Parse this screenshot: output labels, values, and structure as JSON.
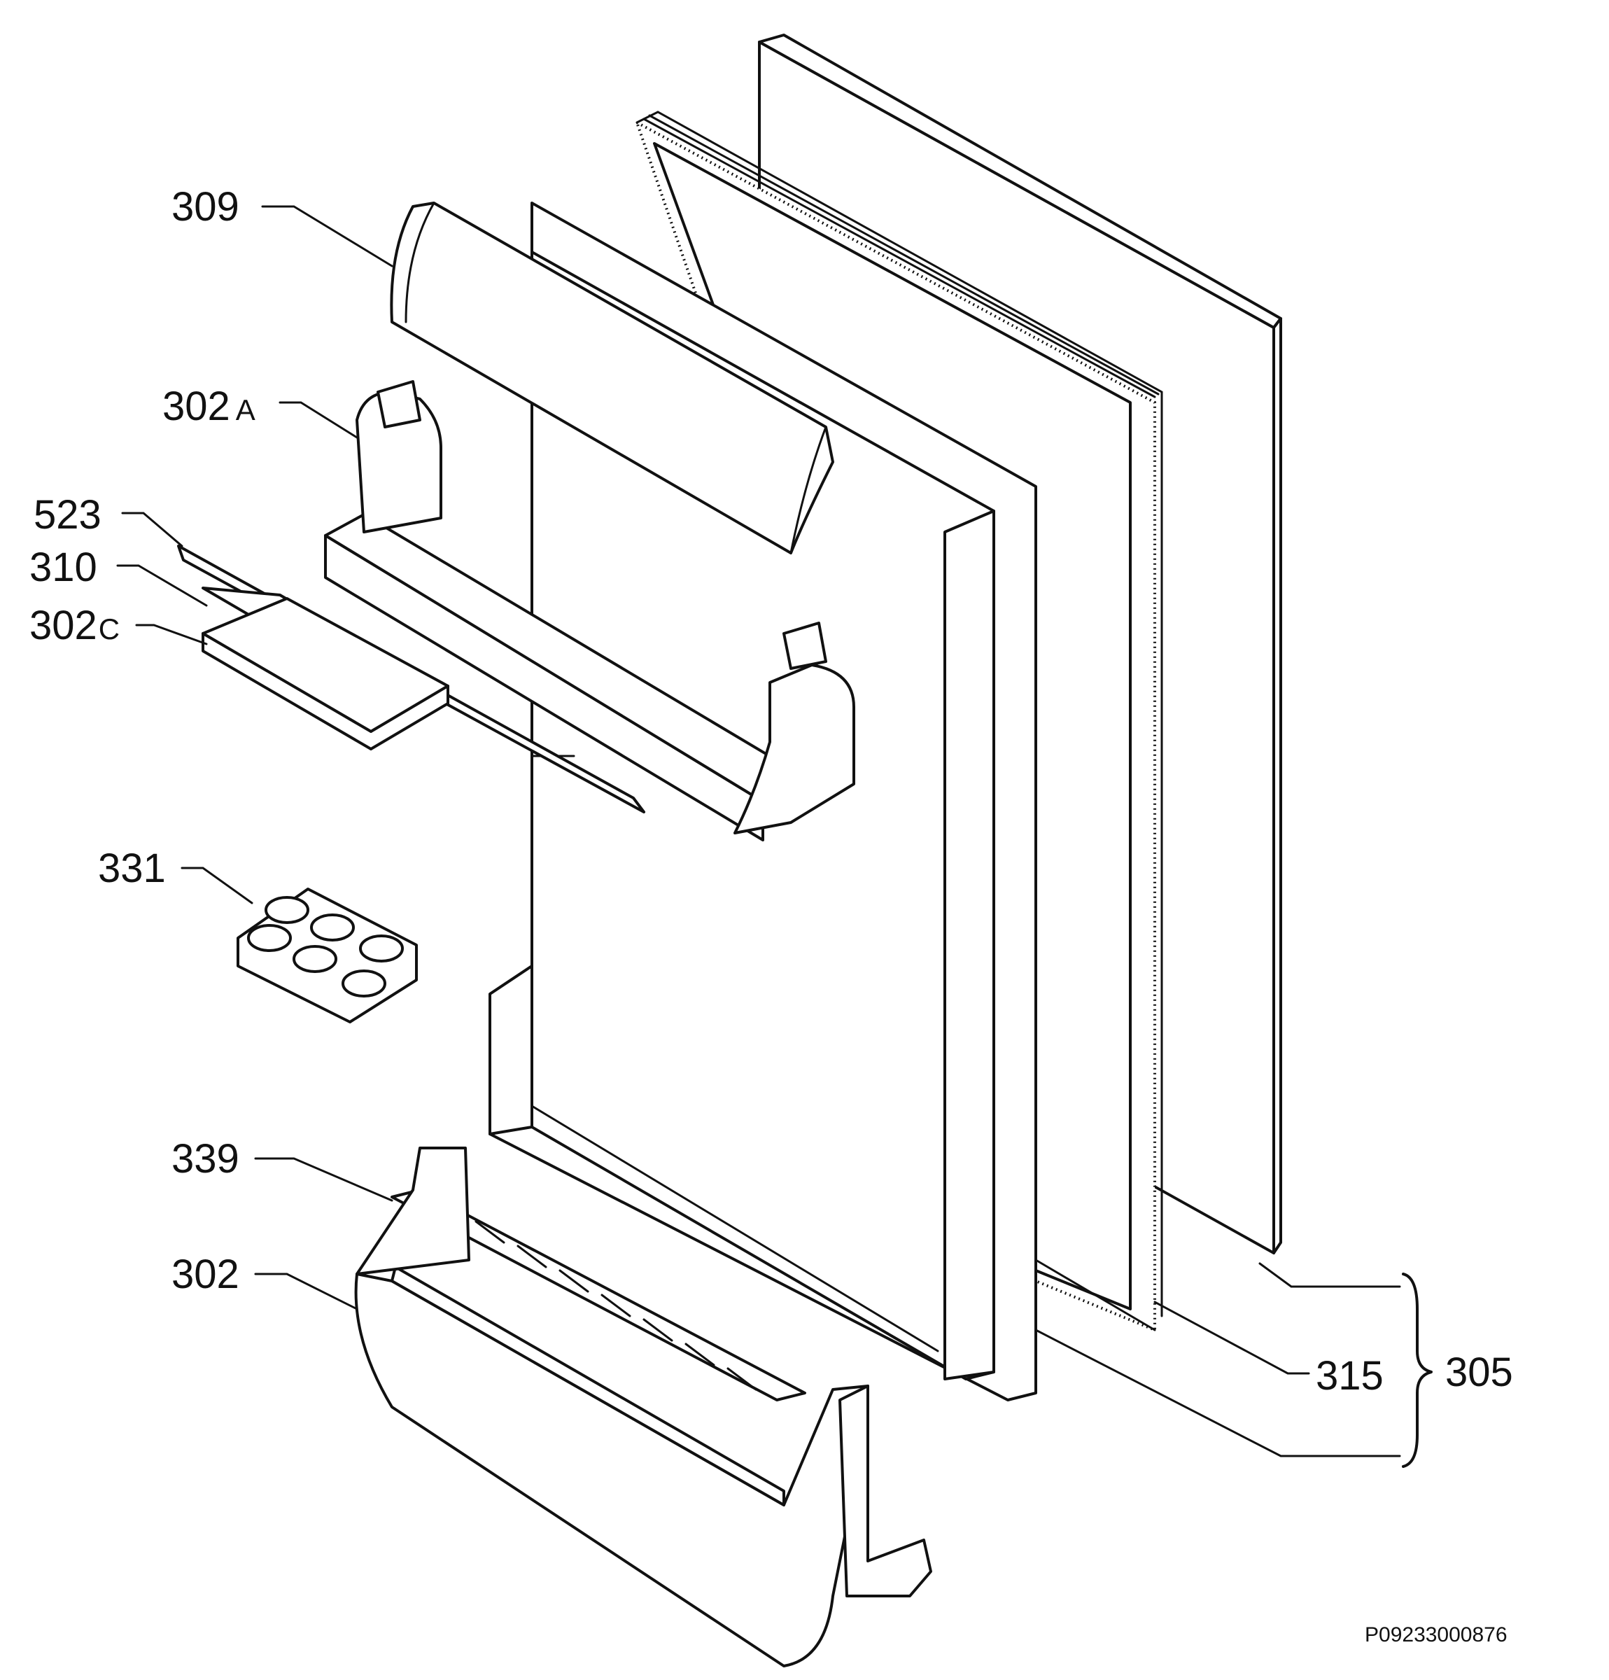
{
  "labels": {
    "door_panel_group": "305",
    "gasket": "315",
    "butter_compartment_cover": "309",
    "upper_shelf": "302A",
    "upper_shelf_num": "302",
    "upper_shelf_suffix": "A",
    "bar_523": "523",
    "bar_310": "310",
    "small_shelf": "302C",
    "small_shelf_num": "302",
    "small_shelf_suffix": "C",
    "egg_tray": "331",
    "bottle_retainer": "339",
    "bottle_shelf": "302"
  },
  "drawing_code": "P09233000876"
}
